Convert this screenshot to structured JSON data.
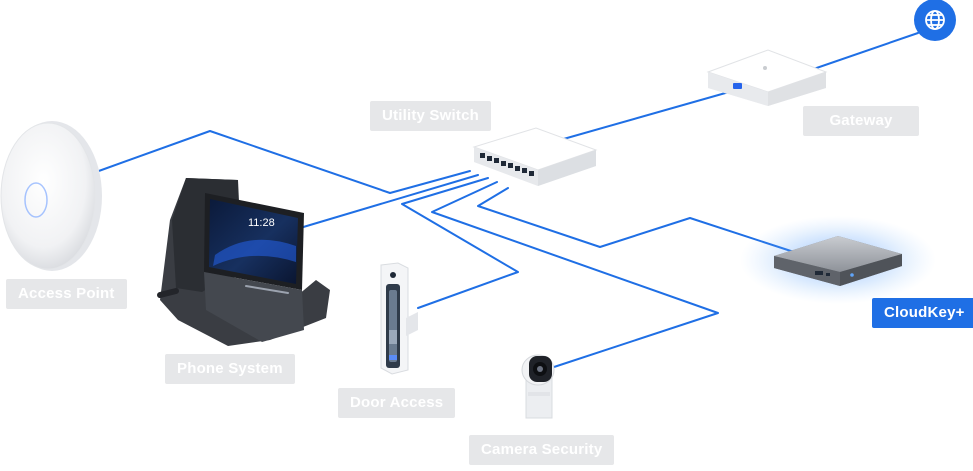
{
  "diagram": {
    "labels": {
      "utility_switch": "Utility Switch",
      "gateway": "Gateway",
      "access_point": "Access Point",
      "phone_system": "Phone System",
      "door_access": "Door Access",
      "camera_security": "Camera Security",
      "cloudkey": "CloudKey+"
    },
    "phone_screen_time": "11:28",
    "icons": {
      "internet": "globe-icon"
    },
    "colors": {
      "link": "#1f6fe5",
      "label_bg": "#e6e7e9",
      "label_active_bg": "#1f6fe5",
      "label_text": "#ffffff"
    }
  }
}
